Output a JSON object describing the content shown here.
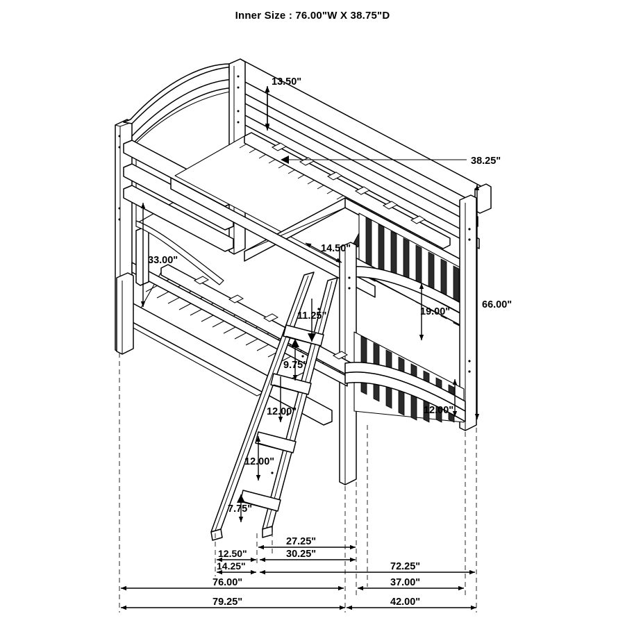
{
  "drawing": {
    "title": "Inner Size : 76.00\"W X 38.75\"D",
    "product": "twin-over-twin-bunk-bed",
    "view": "isometric-technical-dimension-drawing",
    "line_color": "#000000",
    "background": "#ffffff"
  },
  "dimensions": {
    "guard_rail_height": "13.50\"",
    "upper_bunk_depth": "38.25\"",
    "lower_clearance_height": "33.00\"",
    "upper_rail_to_deck": "14.50\"",
    "ladder_rung_spacing_top": "11.25\"",
    "ladder_rung_spacing_upper": "9.75\"",
    "ladder_rung_spacing_mid": "12.00\"",
    "ladder_rung_spacing_low": "12.00\"",
    "ladder_bottom_to_floor": "7.75\"",
    "lower_bunk_clearance": "19.00\"",
    "overall_height": "66.00\"",
    "floor_to_lower_deck": "12.00\"",
    "ladder_foot_offset": "12.50\"",
    "ladder_foot_offset_outer": "14.25\"",
    "ladder_top_offset": "27.25\"",
    "ladder_run": "30.25\"",
    "bed_length_inner": "76.00\"",
    "bed_length_outer": "79.25\"",
    "side_depth_upper": "72.25\"",
    "side_depth_inner": "37.00\"",
    "side_depth_outer": "42.00\""
  },
  "labels": {
    "d1350": "13.50\"",
    "d3825": "38.25\"",
    "d3300": "33.00\"",
    "d1450": "14.50\"",
    "d1125": "11.25\"",
    "d975": "9.75\"",
    "d1200a": "12.00\"",
    "d1200b": "12.00\"",
    "d775": "7.75\"",
    "d1900": "19.00\"",
    "d6600": "66.00\"",
    "d1200c": "12.00\"",
    "d1250": "12.50\"",
    "d1425": "14.25\"",
    "d2725": "27.25\"",
    "d3025": "30.25\"",
    "d7600": "76.00\"",
    "d7925": "79.25\"",
    "d7225": "72.25\"",
    "d3700": "37.00\"",
    "d4200": "42.00\""
  }
}
